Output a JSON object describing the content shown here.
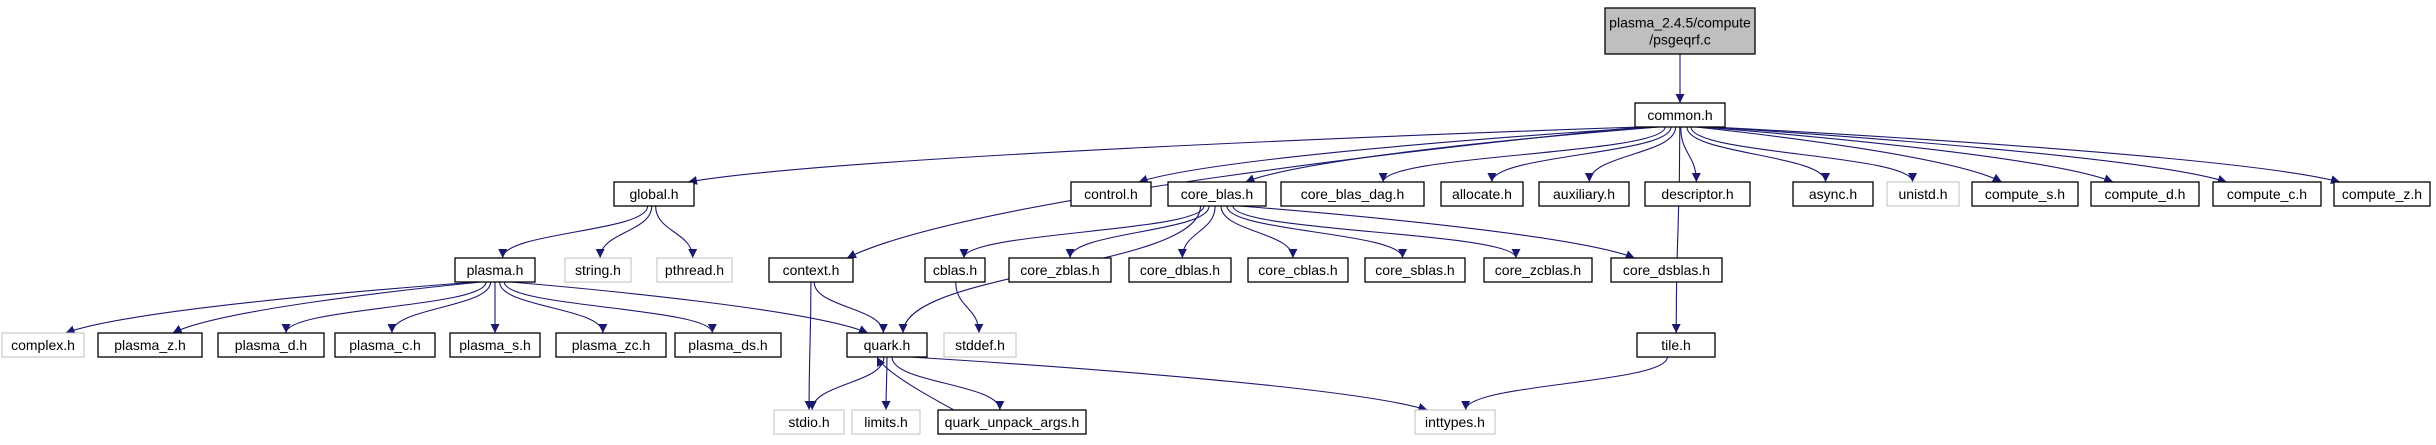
{
  "graph": {
    "nodes": [
      {
        "id": "root",
        "lines": [
          "plasma_2.4.5/compute",
          "/psgeqrf.c"
        ],
        "style": "root"
      },
      {
        "id": "common_h",
        "lines": [
          "common.h"
        ],
        "style": "normal"
      },
      {
        "id": "global_h",
        "lines": [
          "global.h"
        ],
        "style": "normal"
      },
      {
        "id": "control_h",
        "lines": [
          "control.h"
        ],
        "style": "normal"
      },
      {
        "id": "core_blas_h",
        "lines": [
          "core_blas.h"
        ],
        "style": "normal"
      },
      {
        "id": "core_blas_dag_h",
        "lines": [
          "core_blas_dag.h"
        ],
        "style": "normal"
      },
      {
        "id": "allocate_h",
        "lines": [
          "allocate.h"
        ],
        "style": "normal"
      },
      {
        "id": "auxiliary_h",
        "lines": [
          "auxiliary.h"
        ],
        "style": "normal"
      },
      {
        "id": "descriptor_h",
        "lines": [
          "descriptor.h"
        ],
        "style": "normal"
      },
      {
        "id": "async_h",
        "lines": [
          "async.h"
        ],
        "style": "normal"
      },
      {
        "id": "unistd_h",
        "lines": [
          "unistd.h"
        ],
        "style": "external"
      },
      {
        "id": "compute_s_h",
        "lines": [
          "compute_s.h"
        ],
        "style": "normal"
      },
      {
        "id": "compute_d_h",
        "lines": [
          "compute_d.h"
        ],
        "style": "normal"
      },
      {
        "id": "compute_c_h",
        "lines": [
          "compute_c.h"
        ],
        "style": "normal"
      },
      {
        "id": "compute_z_h",
        "lines": [
          "compute_z.h"
        ],
        "style": "normal"
      },
      {
        "id": "plasma_h",
        "lines": [
          "plasma.h"
        ],
        "style": "normal"
      },
      {
        "id": "string_h",
        "lines": [
          "string.h"
        ],
        "style": "external"
      },
      {
        "id": "pthread_h",
        "lines": [
          "pthread.h"
        ],
        "style": "external"
      },
      {
        "id": "context_h",
        "lines": [
          "context.h"
        ],
        "style": "normal"
      },
      {
        "id": "cblas_h",
        "lines": [
          "cblas.h"
        ],
        "style": "normal"
      },
      {
        "id": "core_zblas_h",
        "lines": [
          "core_zblas.h"
        ],
        "style": "normal"
      },
      {
        "id": "core_dblas_h",
        "lines": [
          "core_dblas.h"
        ],
        "style": "normal"
      },
      {
        "id": "core_cblas_h",
        "lines": [
          "core_cblas.h"
        ],
        "style": "normal"
      },
      {
        "id": "core_sblas_h",
        "lines": [
          "core_sblas.h"
        ],
        "style": "normal"
      },
      {
        "id": "core_zcblas_h",
        "lines": [
          "core_zcblas.h"
        ],
        "style": "normal"
      },
      {
        "id": "core_dsblas_h",
        "lines": [
          "core_dsblas.h"
        ],
        "style": "normal"
      },
      {
        "id": "complex_h",
        "lines": [
          "complex.h"
        ],
        "style": "external"
      },
      {
        "id": "plasma_z_h",
        "lines": [
          "plasma_z.h"
        ],
        "style": "normal"
      },
      {
        "id": "plasma_d_h",
        "lines": [
          "plasma_d.h"
        ],
        "style": "normal"
      },
      {
        "id": "plasma_c_h",
        "lines": [
          "plasma_c.h"
        ],
        "style": "normal"
      },
      {
        "id": "plasma_s_h",
        "lines": [
          "plasma_s.h"
        ],
        "style": "normal"
      },
      {
        "id": "plasma_zc_h",
        "lines": [
          "plasma_zc.h"
        ],
        "style": "normal"
      },
      {
        "id": "plasma_ds_h",
        "lines": [
          "plasma_ds.h"
        ],
        "style": "normal"
      },
      {
        "id": "quark_h",
        "lines": [
          "quark.h"
        ],
        "style": "normal"
      },
      {
        "id": "stddef_h",
        "lines": [
          "stddef.h"
        ],
        "style": "external"
      },
      {
        "id": "tile_h",
        "lines": [
          "tile.h"
        ],
        "style": "normal"
      },
      {
        "id": "stdio_h",
        "lines": [
          "stdio.h"
        ],
        "style": "external"
      },
      {
        "id": "limits_h",
        "lines": [
          "limits.h"
        ],
        "style": "external"
      },
      {
        "id": "quark_unpack_args_h",
        "lines": [
          "quark_unpack_args.h"
        ],
        "style": "normal"
      },
      {
        "id": "inttypes_h",
        "lines": [
          "inttypes.h"
        ],
        "style": "external"
      }
    ],
    "edges": [
      {
        "from": "root",
        "to": "common_h"
      },
      {
        "from": "common_h",
        "to": "global_h"
      },
      {
        "from": "common_h",
        "to": "context_h"
      },
      {
        "from": "common_h",
        "to": "control_h"
      },
      {
        "from": "common_h",
        "to": "core_blas_h"
      },
      {
        "from": "common_h",
        "to": "core_blas_dag_h"
      },
      {
        "from": "common_h",
        "to": "allocate_h"
      },
      {
        "from": "common_h",
        "to": "auxiliary_h"
      },
      {
        "from": "common_h",
        "to": "descriptor_h"
      },
      {
        "from": "common_h",
        "to": "tile_h"
      },
      {
        "from": "common_h",
        "to": "async_h"
      },
      {
        "from": "common_h",
        "to": "unistd_h"
      },
      {
        "from": "common_h",
        "to": "compute_s_h"
      },
      {
        "from": "common_h",
        "to": "compute_d_h"
      },
      {
        "from": "common_h",
        "to": "compute_c_h"
      },
      {
        "from": "common_h",
        "to": "compute_z_h"
      },
      {
        "from": "global_h",
        "to": "plasma_h"
      },
      {
        "from": "global_h",
        "to": "string_h"
      },
      {
        "from": "global_h",
        "to": "pthread_h"
      },
      {
        "from": "plasma_h",
        "to": "complex_h"
      },
      {
        "from": "plasma_h",
        "to": "plasma_z_h"
      },
      {
        "from": "plasma_h",
        "to": "plasma_d_h"
      },
      {
        "from": "plasma_h",
        "to": "plasma_c_h"
      },
      {
        "from": "plasma_h",
        "to": "plasma_s_h"
      },
      {
        "from": "plasma_h",
        "to": "plasma_zc_h"
      },
      {
        "from": "plasma_h",
        "to": "plasma_ds_h"
      },
      {
        "from": "plasma_h",
        "to": "quark_h"
      },
      {
        "from": "context_h",
        "to": "quark_h"
      },
      {
        "from": "context_h",
        "to": "stdio_h"
      },
      {
        "from": "core_blas_h",
        "to": "cblas_h"
      },
      {
        "from": "core_blas_h",
        "to": "core_zblas_h"
      },
      {
        "from": "core_blas_h",
        "to": "core_dblas_h"
      },
      {
        "from": "core_blas_h",
        "to": "core_cblas_h"
      },
      {
        "from": "core_blas_h",
        "to": "core_sblas_h"
      },
      {
        "from": "core_blas_h",
        "to": "core_zcblas_h"
      },
      {
        "from": "core_blas_h",
        "to": "core_dsblas_h"
      },
      {
        "from": "core_blas_h",
        "to": "quark_h"
      },
      {
        "from": "cblas_h",
        "to": "stddef_h"
      },
      {
        "from": "quark_h",
        "to": "stdio_h"
      },
      {
        "from": "quark_h",
        "to": "limits_h"
      },
      {
        "from": "quark_h",
        "to": "quark_unpack_args_h"
      },
      {
        "from": "quark_h",
        "to": "inttypes_h"
      },
      {
        "from": "quark_unpack_args_h",
        "to": "quark_h"
      },
      {
        "from": "tile_h",
        "to": "inttypes_h"
      }
    ]
  },
  "colors": {
    "edge": "#191970",
    "node_border": "#000000",
    "external_border": "#bfbfbf",
    "root_fill": "#bfbfbf",
    "node_fill": "#ffffff"
  }
}
